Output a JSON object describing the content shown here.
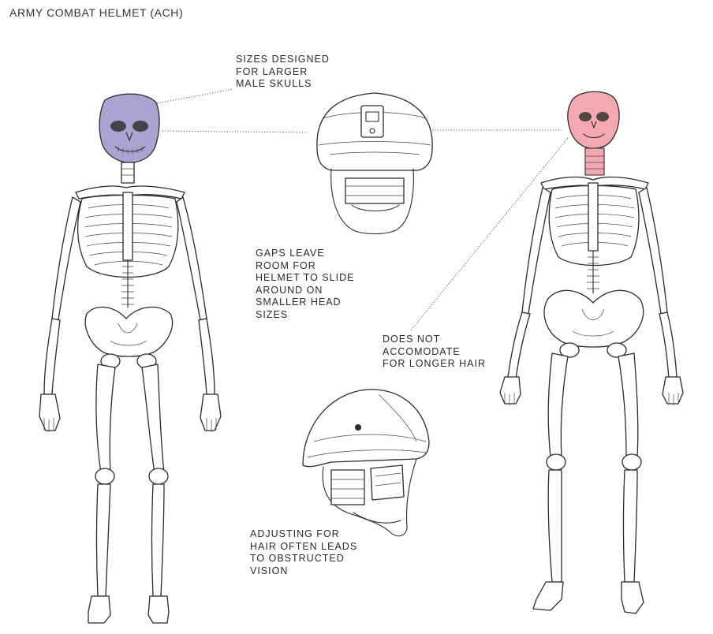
{
  "title": "ARMY COMBAT HELMET (ACH)",
  "annotations": [
    {
      "id": "sizes",
      "text": "SIZES DESIGNED\nFOR LARGER\nMALE SKULLS"
    },
    {
      "id": "gaps",
      "text": "GAPS LEAVE\nROOM FOR\nHELMET TO SLIDE\nAROUND ON\nSMALLER HEAD\nSIZES"
    },
    {
      "id": "hair",
      "text": "DOES NOT\nACCOMODATE\nFOR LONGER HAIR"
    },
    {
      "id": "vision",
      "text": "ADJUSTING FOR\nHAIR OFTEN LEADS\nTO OBSTRUCTED\nVISION"
    }
  ],
  "colors": {
    "male_skull_highlight": "#8f86c4",
    "female_skull_highlight": "#f08c98",
    "ink": "#2b2b2b"
  },
  "figures": [
    "male-skeleton",
    "female-skeleton",
    "helmet-front-view",
    "helmet-side-view"
  ]
}
